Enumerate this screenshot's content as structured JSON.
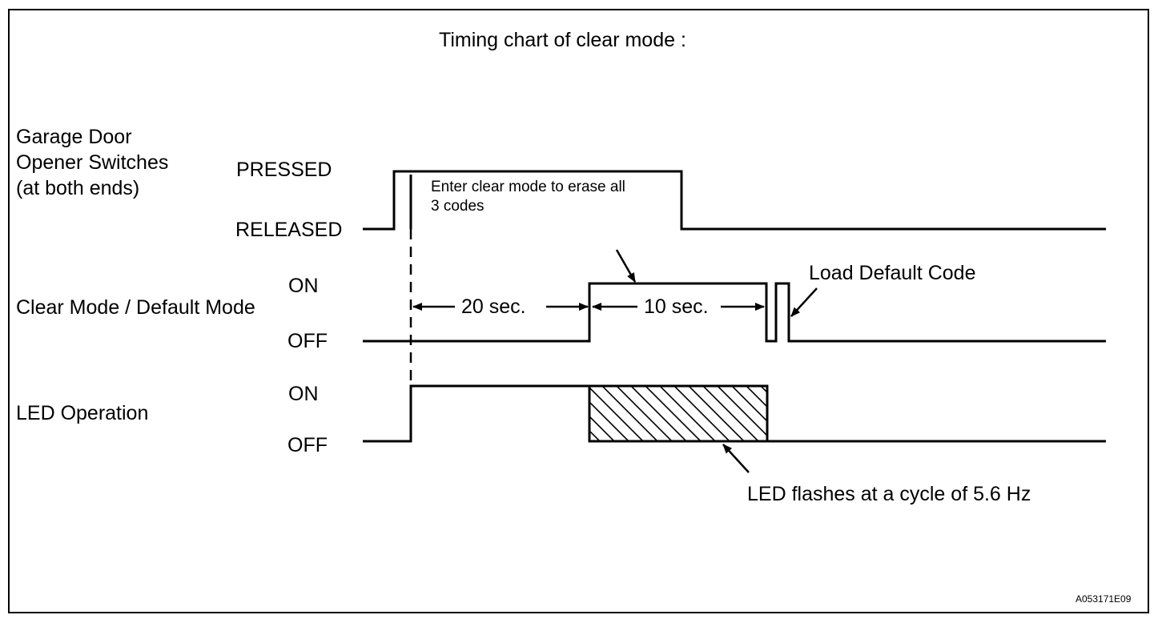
{
  "title": "Timing chart of clear mode :",
  "signals": [
    {
      "name": "Garage Door\nOpener Switches\n(at both ends)",
      "high_label": "PRESSED",
      "low_label": "RELEASED"
    },
    {
      "name": "Clear Mode / Default Mode",
      "high_label": "ON",
      "low_label": "OFF"
    },
    {
      "name": "LED Operation",
      "high_label": "ON",
      "low_label": "OFF"
    }
  ],
  "annotations": {
    "enter_clear_mode": "Enter clear mode to erase all\n3 codes",
    "interval_20": "20 sec.",
    "interval_10": "10 sec.",
    "load_default": "Load Default Code",
    "led_flash": "LED flashes at a cycle of 5.6 Hz"
  },
  "figure_id": "A053171E09",
  "colors": {
    "line": "#000000",
    "background": "#ffffff"
  }
}
